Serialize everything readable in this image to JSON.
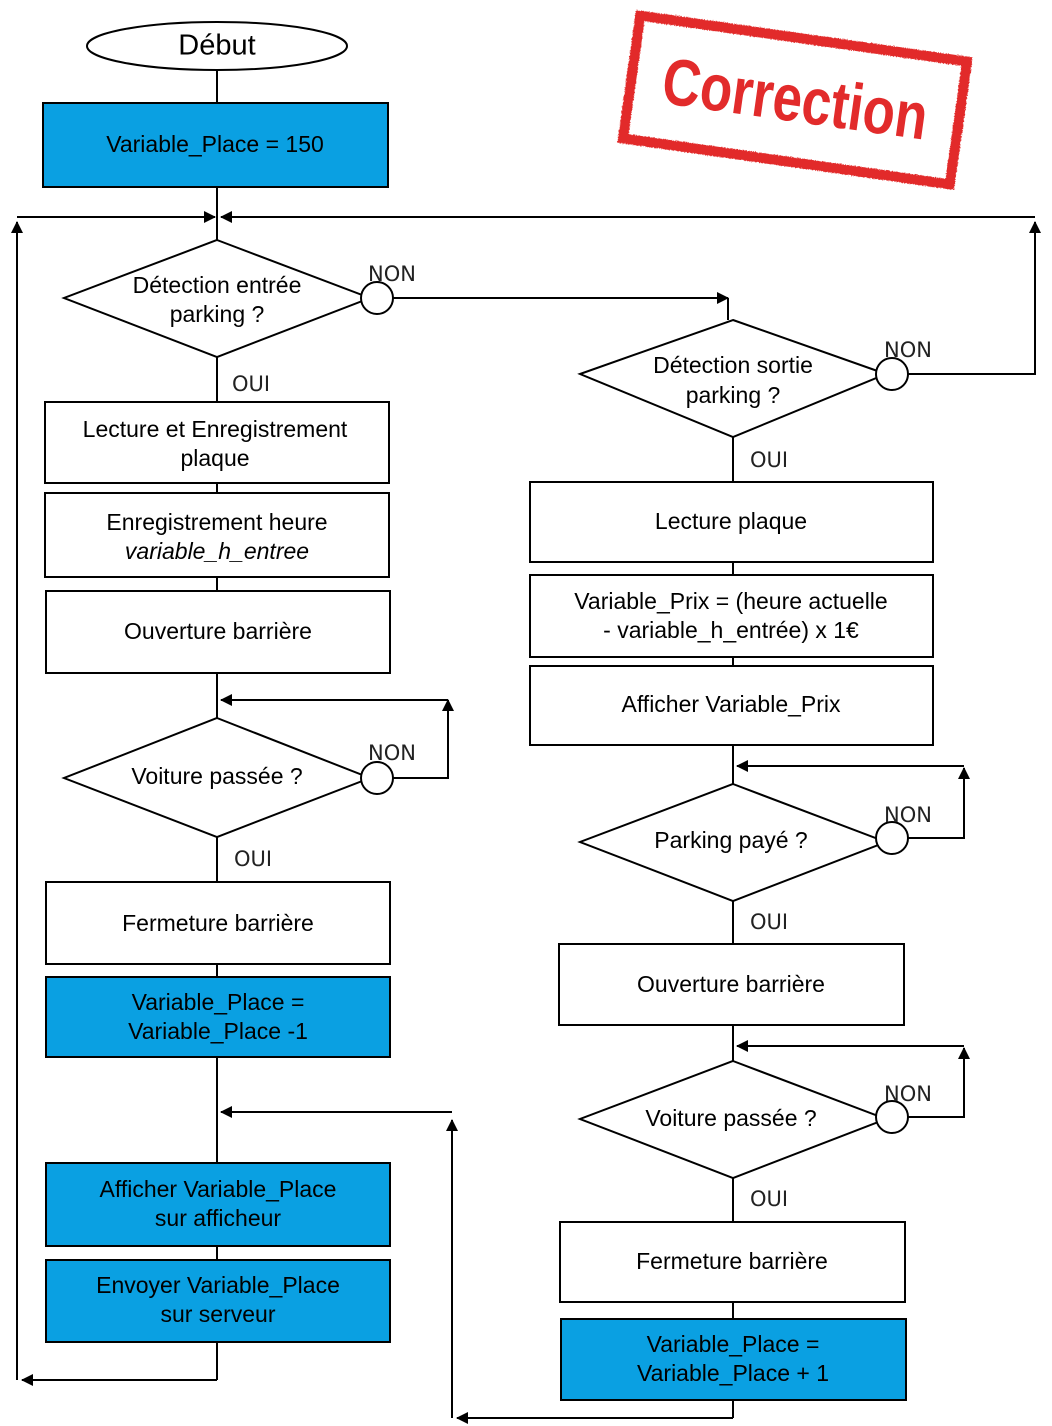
{
  "start": {
    "label": "Début"
  },
  "init": {
    "label": "Variable_Place = 150"
  },
  "stamp": {
    "label": "Correction"
  },
  "colors": {
    "blue_box": "#0aa0e2",
    "stamp_red": "#e22b2b",
    "line": "#000000"
  },
  "left": {
    "decision_entry": {
      "line1": "Détection entrée",
      "line2": "parking ?"
    },
    "read_plate": {
      "line1": "Lecture et Enregistrement",
      "line2": "plaque"
    },
    "record_time": {
      "line1": "Enregistrement heure",
      "line2": "variable_h_entree"
    },
    "open_gate": {
      "label": "Ouverture barrière"
    },
    "decision_car": {
      "label": "Voiture passée ?"
    },
    "close_gate": {
      "label": "Fermeture barrière"
    },
    "dec_place": {
      "line1": "Variable_Place =",
      "line2": "Variable_Place -1"
    },
    "display_place": {
      "line1": "Afficher Variable_Place",
      "line2": "sur afficheur"
    },
    "send_place": {
      "line1": "Envoyer Variable_Place",
      "line2": "sur serveur"
    }
  },
  "right": {
    "decision_exit": {
      "line1": "Détection sortie",
      "line2": "parking ?"
    },
    "read_plate": {
      "label": "Lecture plaque"
    },
    "price": {
      "line1": "Variable_Prix = (heure actuelle",
      "line2": "- variable_h_entrée) x 1€"
    },
    "show_price": {
      "label": "Afficher Variable_Prix"
    },
    "decision_paid": {
      "label": "Parking payé ?"
    },
    "open_gate": {
      "label": "Ouverture barrière"
    },
    "decision_car": {
      "label": "Voiture passée ?"
    },
    "close_gate": {
      "label": "Fermeture barrière"
    },
    "inc_place": {
      "line1": "Variable_Place =",
      "line2": "Variable_Place + 1"
    }
  },
  "labels": {
    "no": "NON",
    "yes": "OUI"
  }
}
